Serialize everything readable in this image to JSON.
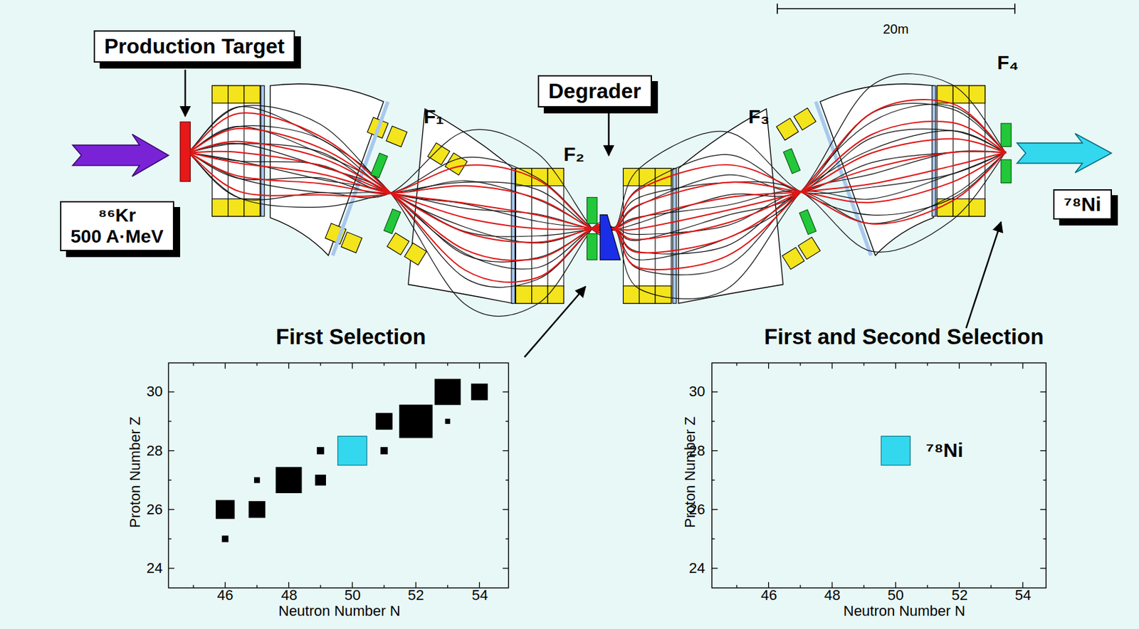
{
  "diagram": {
    "nodes": [
      {
        "text": [
          "Production Target"
        ]
      },
      {
        "text": [
          "⁸⁶Kr",
          "500 A·MeV"
        ]
      },
      {
        "text": [
          "Degrader"
        ]
      },
      {
        "text": [
          "⁷⁸Ni"
        ]
      }
    ],
    "labels": [
      "20m",
      "F₁",
      "F₂",
      "F₃",
      "F₄",
      "First Selection",
      "Proton Number Z",
      "30",
      "28",
      "26",
      "24",
      "46",
      "48",
      "50",
      "52",
      "54",
      "Neutron Number N",
      "First and Second Selection",
      "Proton Number Z",
      "30",
      "28",
      "26",
      "24",
      "46",
      "48",
      "50",
      "52",
      "54",
      "Neutron Number N",
      "⁷⁸Ni"
    ]
  }
}
